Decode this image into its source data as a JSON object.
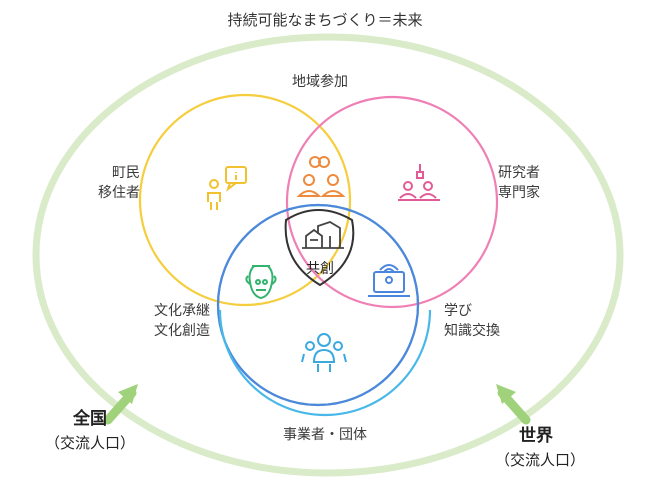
{
  "title": "持続可能なまちづくり＝未来",
  "regions": {
    "top": "地域参加",
    "left": [
      "町民",
      "移住者"
    ],
    "right": [
      "研究者",
      "専門家"
    ],
    "lower_left": [
      "文化承継",
      "文化創造"
    ],
    "lower_right": [
      "学び",
      "知識交換"
    ],
    "bottom": "事業者・団体",
    "center": "共創"
  },
  "outer": {
    "left": {
      "main": "全国",
      "sub": "（交流人口）"
    },
    "right": {
      "main": "世界",
      "sub": "（交流人口）"
    }
  },
  "colors": {
    "circle_top_left": "#f5cd3d",
    "circle_top_right": "#ef7fb4",
    "circle_bottom_left": "#3cbf82",
    "circle_bottom_right": "#4f86e0",
    "circle_bottom": "#49b8e8",
    "outer_ellipse": "#d9ebc9",
    "arrow": "#9fd27a",
    "icon_yellow": "#f2c12e",
    "icon_orange": "#ef8a3c",
    "icon_pink": "#e15b96",
    "icon_green": "#34b36f",
    "icon_blue": "#4a86dd",
    "icon_cyan": "#3aa9df",
    "icon_dark": "#444444"
  },
  "icons": {
    "left": "person-info-icon",
    "top": "community-people-icon",
    "right": "researchers-icon",
    "lower_left": "vase-icon",
    "lower_right": "laptop-signal-icon",
    "bottom": "group-people-icon",
    "center": "buildings-icon"
  }
}
